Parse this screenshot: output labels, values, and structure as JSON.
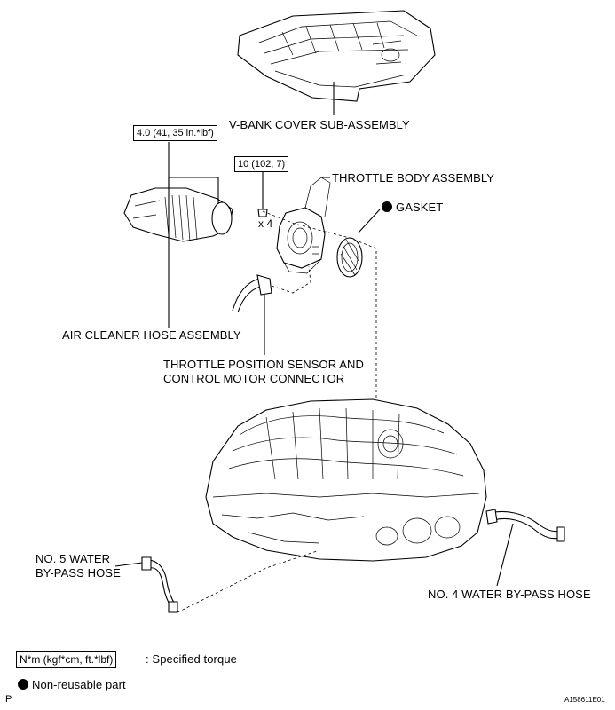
{
  "labels": {
    "v_bank_cover": "V-BANK COVER SUB-ASSEMBLY",
    "throttle_body": "THROTTLE BODY ASSEMBLY",
    "gasket": "GASKET",
    "air_cleaner_hose": "AIR CLEANER HOSE ASSEMBLY",
    "tps_connector_line1": "THROTTLE POSITION SENSOR AND",
    "tps_connector_line2": "CONTROL MOTOR CONNECTOR",
    "no5_line1": "NO. 5 WATER",
    "no5_line2": "BY-PASS HOSE",
    "no4": "NO. 4 WATER BY-PASS HOSE",
    "quantity": "x 4"
  },
  "torques": {
    "air_cleaner": "4.0 (41, 35 in.*lbf)",
    "throttle_bolts": "10 (102, 7)"
  },
  "legend": {
    "torque_box": "N*m (kgf*cm, ft.*lbf)",
    "torque_desc": ": Specified torque",
    "nonreusable_desc": "Non-reusable part"
  },
  "footer": {
    "page_letter": "P",
    "figure_id": "A158611E01"
  },
  "icons": {
    "non_reusable": "filled-circle-icon"
  },
  "colors": {
    "ink": "#000000",
    "paper": "#ffffff"
  }
}
